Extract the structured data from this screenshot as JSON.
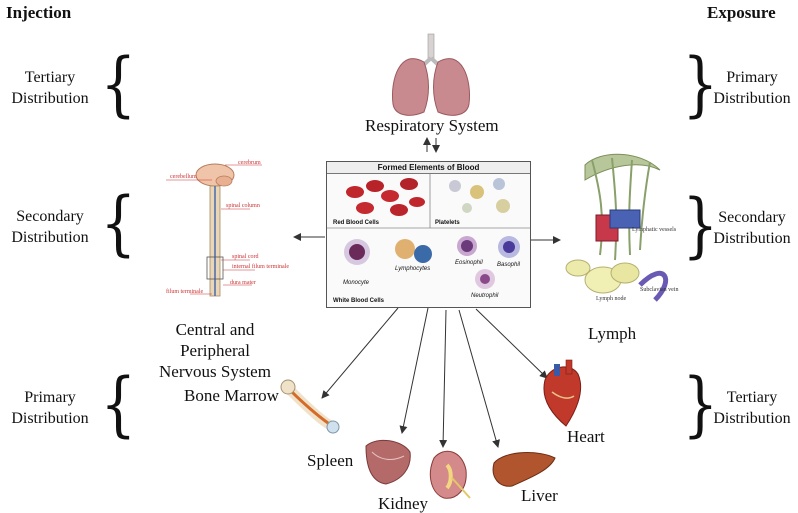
{
  "headers": {
    "left": "Injection",
    "right": "Exposure"
  },
  "left_distributions": {
    "top": {
      "line1": "Tertiary",
      "line2": "Distribution"
    },
    "middle": {
      "line1": "Secondary",
      "line2": "Distribution"
    },
    "bottom": {
      "line1": "Primary",
      "line2": "Distribution"
    }
  },
  "right_distributions": {
    "top": {
      "line1": "Primary",
      "line2": "Distribution"
    },
    "middle": {
      "line1": "Secondary",
      "line2": "Distribution"
    },
    "bottom": {
      "line1": "Tertiary",
      "line2": "Distribution"
    }
  },
  "organs": {
    "respiratory": "Respiratory System",
    "cns": {
      "line1": "Central and Peripheral",
      "line2": "Nervous System"
    },
    "lymph": "Lymph",
    "bone_marrow": "Bone Marrow",
    "spleen": "Spleen",
    "kidney": "Kidney",
    "liver": "Liver",
    "heart": "Heart"
  },
  "blood_panel": {
    "title": "Formed Elements of Blood",
    "red_blood_cells": "Red Blood Cells",
    "platelets": "Platelets",
    "white_blood_cells": "White Blood Cells",
    "monocyte": "Monocyte",
    "lymphocytes": "Lymphocytes",
    "eosinophil": "Eosinophil",
    "basophil": "Basophil",
    "neutrophil": "Neutrophil"
  },
  "spine_labels": {
    "cerebrum": "cerebrum",
    "cerebellum": "cerebellum",
    "spinal_column": "spinal column",
    "spinal_cord": "spinal cord",
    "internal_filum": "internal filum terminale",
    "dura_mater": "dura mater",
    "filum_terminale": "filum terminale"
  },
  "lymph_labels": {
    "lymphatic_vessels": "Lymphatic vessels",
    "subclavian_vein": "Subclavian vein",
    "lymph_node": "Lymph node"
  }
}
